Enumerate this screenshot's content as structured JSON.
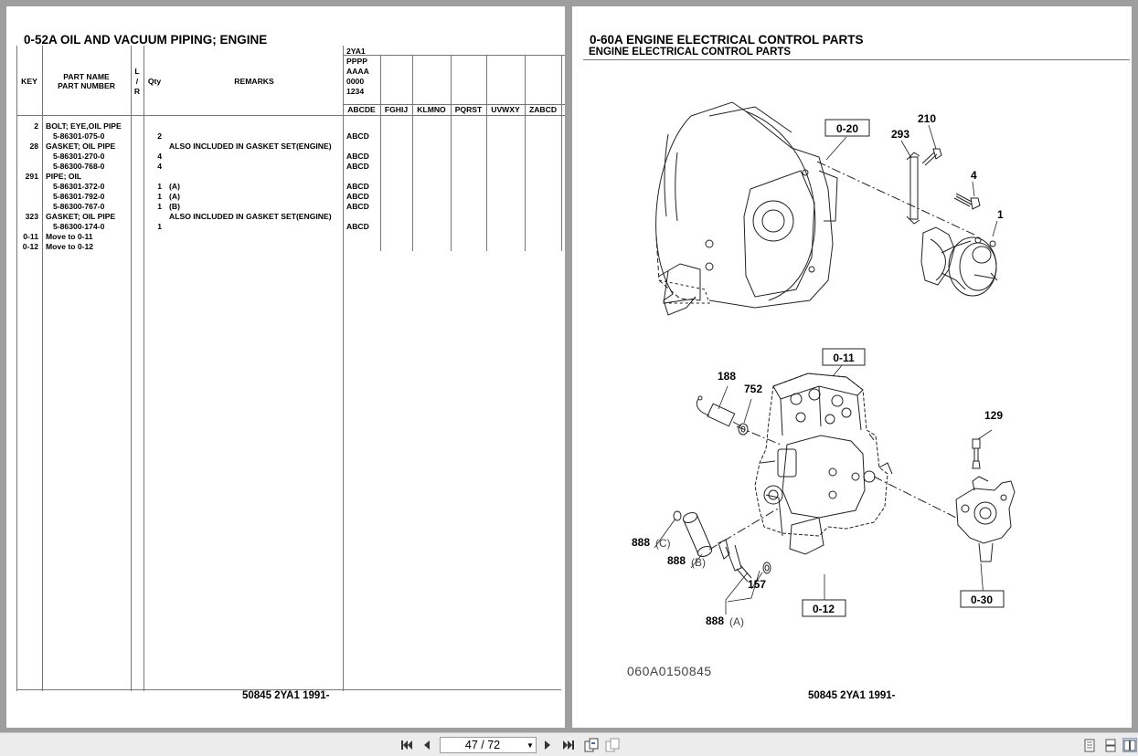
{
  "left_page": {
    "title": "0-52A  OIL AND VACUUM PIPING; ENGINE",
    "footer": "50845 2YA1 1991-",
    "headers": {
      "key": "KEY",
      "part_name": "PART NAME",
      "part_number": "PART NUMBER",
      "lr": [
        "L",
        "/",
        "R"
      ],
      "qty": "Qty",
      "remarks": "REMARKS",
      "model": "2YA1",
      "model_codes": [
        "PPPP",
        "AAAA",
        "0000",
        "1234"
      ],
      "variants": [
        "ABCDE",
        "FGHIJ",
        "KLMNO",
        "PQRST",
        "UVWXY",
        "ZABCD"
      ]
    },
    "rows": [
      {
        "key": "2",
        "name": "BOLT; EYE,OIL PIPE",
        "qty": "",
        "remarks": "",
        "abcde": ""
      },
      {
        "key": "",
        "name": "5-86301-075-0",
        "qty": "2",
        "remarks": "",
        "abcde": "ABCD"
      },
      {
        "key": "28",
        "name": "GASKET; OIL PIPE",
        "qty": "",
        "remarks": "ALSO INCLUDED IN GASKET SET(ENGINE)",
        "abcde": ""
      },
      {
        "key": "",
        "name": "5-86301-270-0",
        "qty": "4",
        "remarks": "",
        "abcde": "ABCD"
      },
      {
        "key": "",
        "name": "5-86300-768-0",
        "qty": "4",
        "remarks": "",
        "abcde": "ABCD"
      },
      {
        "key": "291",
        "name": "PIPE; OIL",
        "qty": "",
        "remarks": "",
        "abcde": ""
      },
      {
        "key": "",
        "name": "5-86301-372-0",
        "qty": "1",
        "remarks": "(A)",
        "abcde": "ABCD"
      },
      {
        "key": "",
        "name": "5-86301-792-0",
        "qty": "1",
        "remarks": "(A)",
        "abcde": "ABCD"
      },
      {
        "key": "",
        "name": "5-86300-767-0",
        "qty": "1",
        "remarks": "(B)",
        "abcde": "ABCD"
      },
      {
        "key": "323",
        "name": "GASKET; OIL PIPE",
        "qty": "",
        "remarks": "ALSO INCLUDED IN GASKET SET(ENGINE)",
        "abcde": ""
      },
      {
        "key": "",
        "name": "5-86300-174-0",
        "qty": "1",
        "remarks": "",
        "abcde": "ABCD"
      },
      {
        "key": "0-11",
        "name": "Move to 0-11",
        "qty": "",
        "remarks": "",
        "abcde": ""
      },
      {
        "key": "0-12",
        "name": "Move to 0-12",
        "qty": "",
        "remarks": "",
        "abcde": ""
      }
    ]
  },
  "right_page": {
    "title": "0-60A  ENGINE ELECTRICAL CONTROL PARTS",
    "subtitle": "ENGINE ELECTRICAL CONTROL PARTS",
    "footer": "50845 2YA1 1991-",
    "diagram_id": "060A0150845",
    "callouts": {
      "ref_020": "0-20",
      "ref_011": "0-11",
      "ref_012": "0-12",
      "ref_030": "0-30",
      "n210": "210",
      "n293": "293",
      "n4": "4",
      "n1": "1",
      "n188": "188",
      "n752": "752",
      "n129": "129",
      "n888": "888",
      "n157": "157",
      "c": "(C)",
      "b": "(B)",
      "a": "(A)"
    }
  },
  "toolbar": {
    "page_indicator": "47 / 72",
    "icons": [
      "first-page-icon",
      "prev-page-icon",
      "next-page-icon",
      "last-page-icon",
      "rotate-icon",
      "copy-icon",
      "single-page-icon",
      "continuous-icon",
      "two-page-icon"
    ]
  }
}
